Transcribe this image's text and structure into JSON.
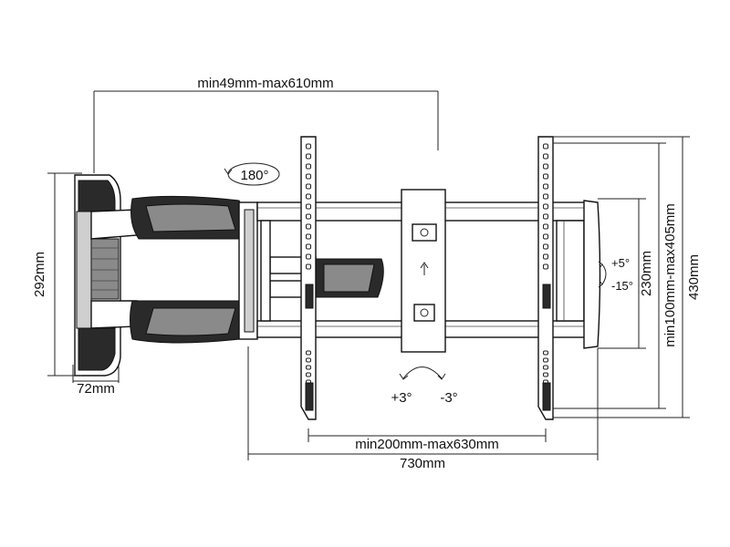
{
  "dimensions": {
    "depth_range": "min49mm-max610mm",
    "rotation": "180°",
    "wall_height": "292mm",
    "wall_width": "72mm",
    "tilt_up": "+5°",
    "tilt_down": "-15°",
    "swivel_left": "+3°",
    "swivel_right": "-3°",
    "inner_height": "230mm",
    "vesa_vertical": "min100mm-max405mm",
    "overall_height": "430mm",
    "vesa_horizontal": "min200mm-max630mm",
    "overall_width": "730mm"
  },
  "colors": {
    "line": "#222222",
    "dark": "#2a2a2a",
    "grey": "#8a8a8a"
  }
}
